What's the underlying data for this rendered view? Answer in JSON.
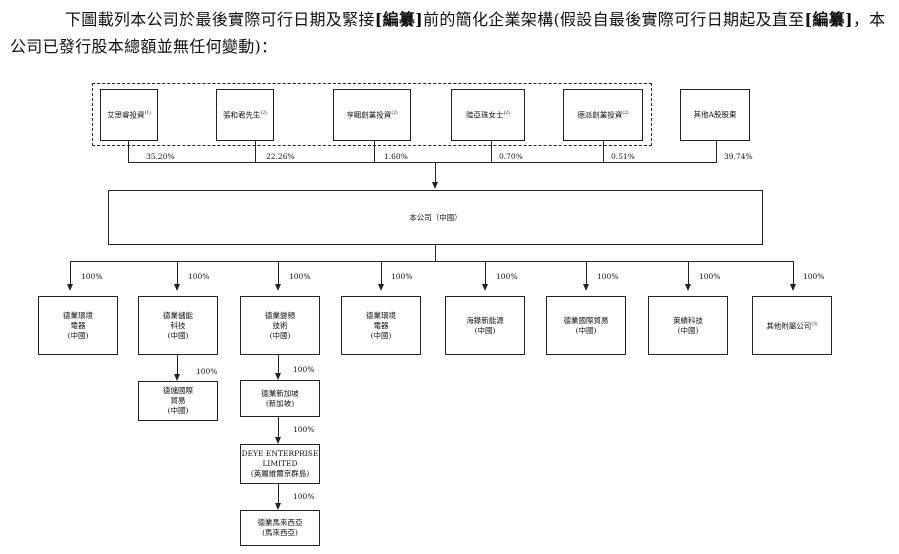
{
  "intro": {
    "part1": "下圖載列本公司於最後實際可行日期及緊接",
    "redacted1": "[編纂]",
    "part2": "前的簡化企業架構(假設自最後實際可行日期起及直至",
    "redacted2": "[編纂]",
    "part3": "，本公司已發行股本總額並無任何變動)："
  },
  "shareholders": [
    {
      "name": "艾思睿投資",
      "note": "(1)",
      "pct": "35.20%"
    },
    {
      "name": "張和君先生",
      "note": "(2)",
      "pct": "22.26%"
    },
    {
      "name": "亨睏創業投資",
      "note": "(2)",
      "pct": "1.60%"
    },
    {
      "name": "陸亞珠女士",
      "note": "(2)",
      "pct": "0.70%"
    },
    {
      "name": "德派創業投資",
      "note": "(2)",
      "pct": "0.51%"
    },
    {
      "name": "其他A股股東",
      "note": "",
      "pct": "39.74%"
    }
  ],
  "company": "本公司（中國）",
  "subsidiaries": [
    {
      "name": "德業環境\n電器\n(中國)",
      "pct": "100%"
    },
    {
      "name": "德業儲能\n科技\n(中國)",
      "pct": "100%"
    },
    {
      "name": "德業變頻\n技術\n(中國)",
      "pct": "100%"
    },
    {
      "name": "德業環境\n電器\n(中國)",
      "pct": "100%"
    },
    {
      "name": "海錄新能源\n(中國)",
      "pct": "100%"
    },
    {
      "name": "德業國際貿易\n(中國)",
      "pct": "100%"
    },
    {
      "name": "萊績科技\n(中國)",
      "pct": "100%"
    },
    {
      "name": "其他附屬公司",
      "note": "(3)",
      "pct": "100%"
    }
  ],
  "sub_chain_storage": [
    {
      "name": "德儲國際\n貿易\n(中國)",
      "pct": "100%"
    }
  ],
  "sub_chain_inverter": [
    {
      "name": "德業新加坡\n(新加坡)",
      "pct": "100%"
    },
    {
      "name": "DEYE ENTERPRISE\nLIMITED\n(英屬維爾京群島)",
      "pct": "100%"
    },
    {
      "name": "德業馬來西亞\n(馬來西亞)",
      "pct": "100%"
    }
  ]
}
